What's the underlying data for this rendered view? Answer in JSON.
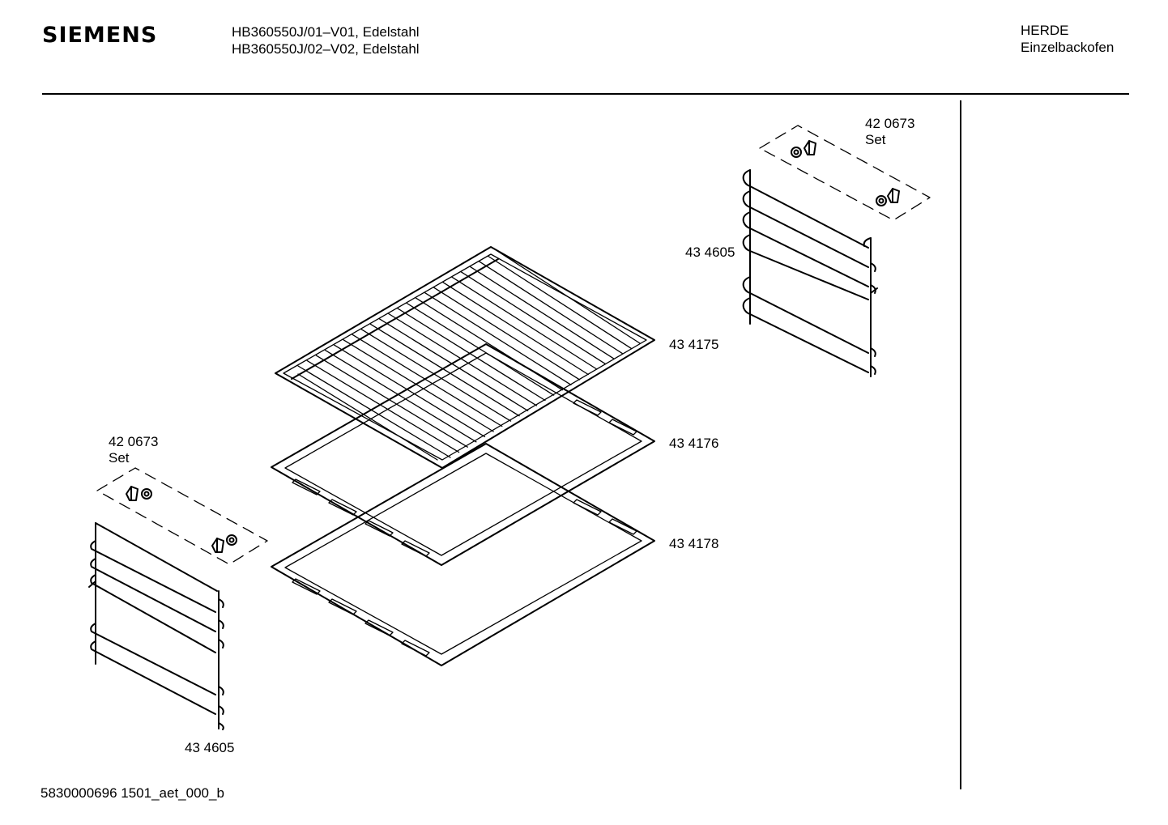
{
  "header": {
    "brand": "SIEMENS",
    "models": [
      "HB360550J/01–V01, Edelstahl",
      "HB360550J/02–V02, Edelstahl"
    ],
    "category": "HERDE",
    "subcategory": "Einzelbackofen"
  },
  "parts": {
    "set_top_number": "42 0673",
    "set_top_label": "Set",
    "rails_right": "43 4605",
    "grid": "43 4175",
    "tray_flat": "43 4176",
    "tray_deep": "43 4178",
    "set_left_number": "42 0673",
    "set_left_label": "Set",
    "rails_left": "43 4605"
  },
  "footer": {
    "code": "5830000696 1501_aet_000_b"
  }
}
